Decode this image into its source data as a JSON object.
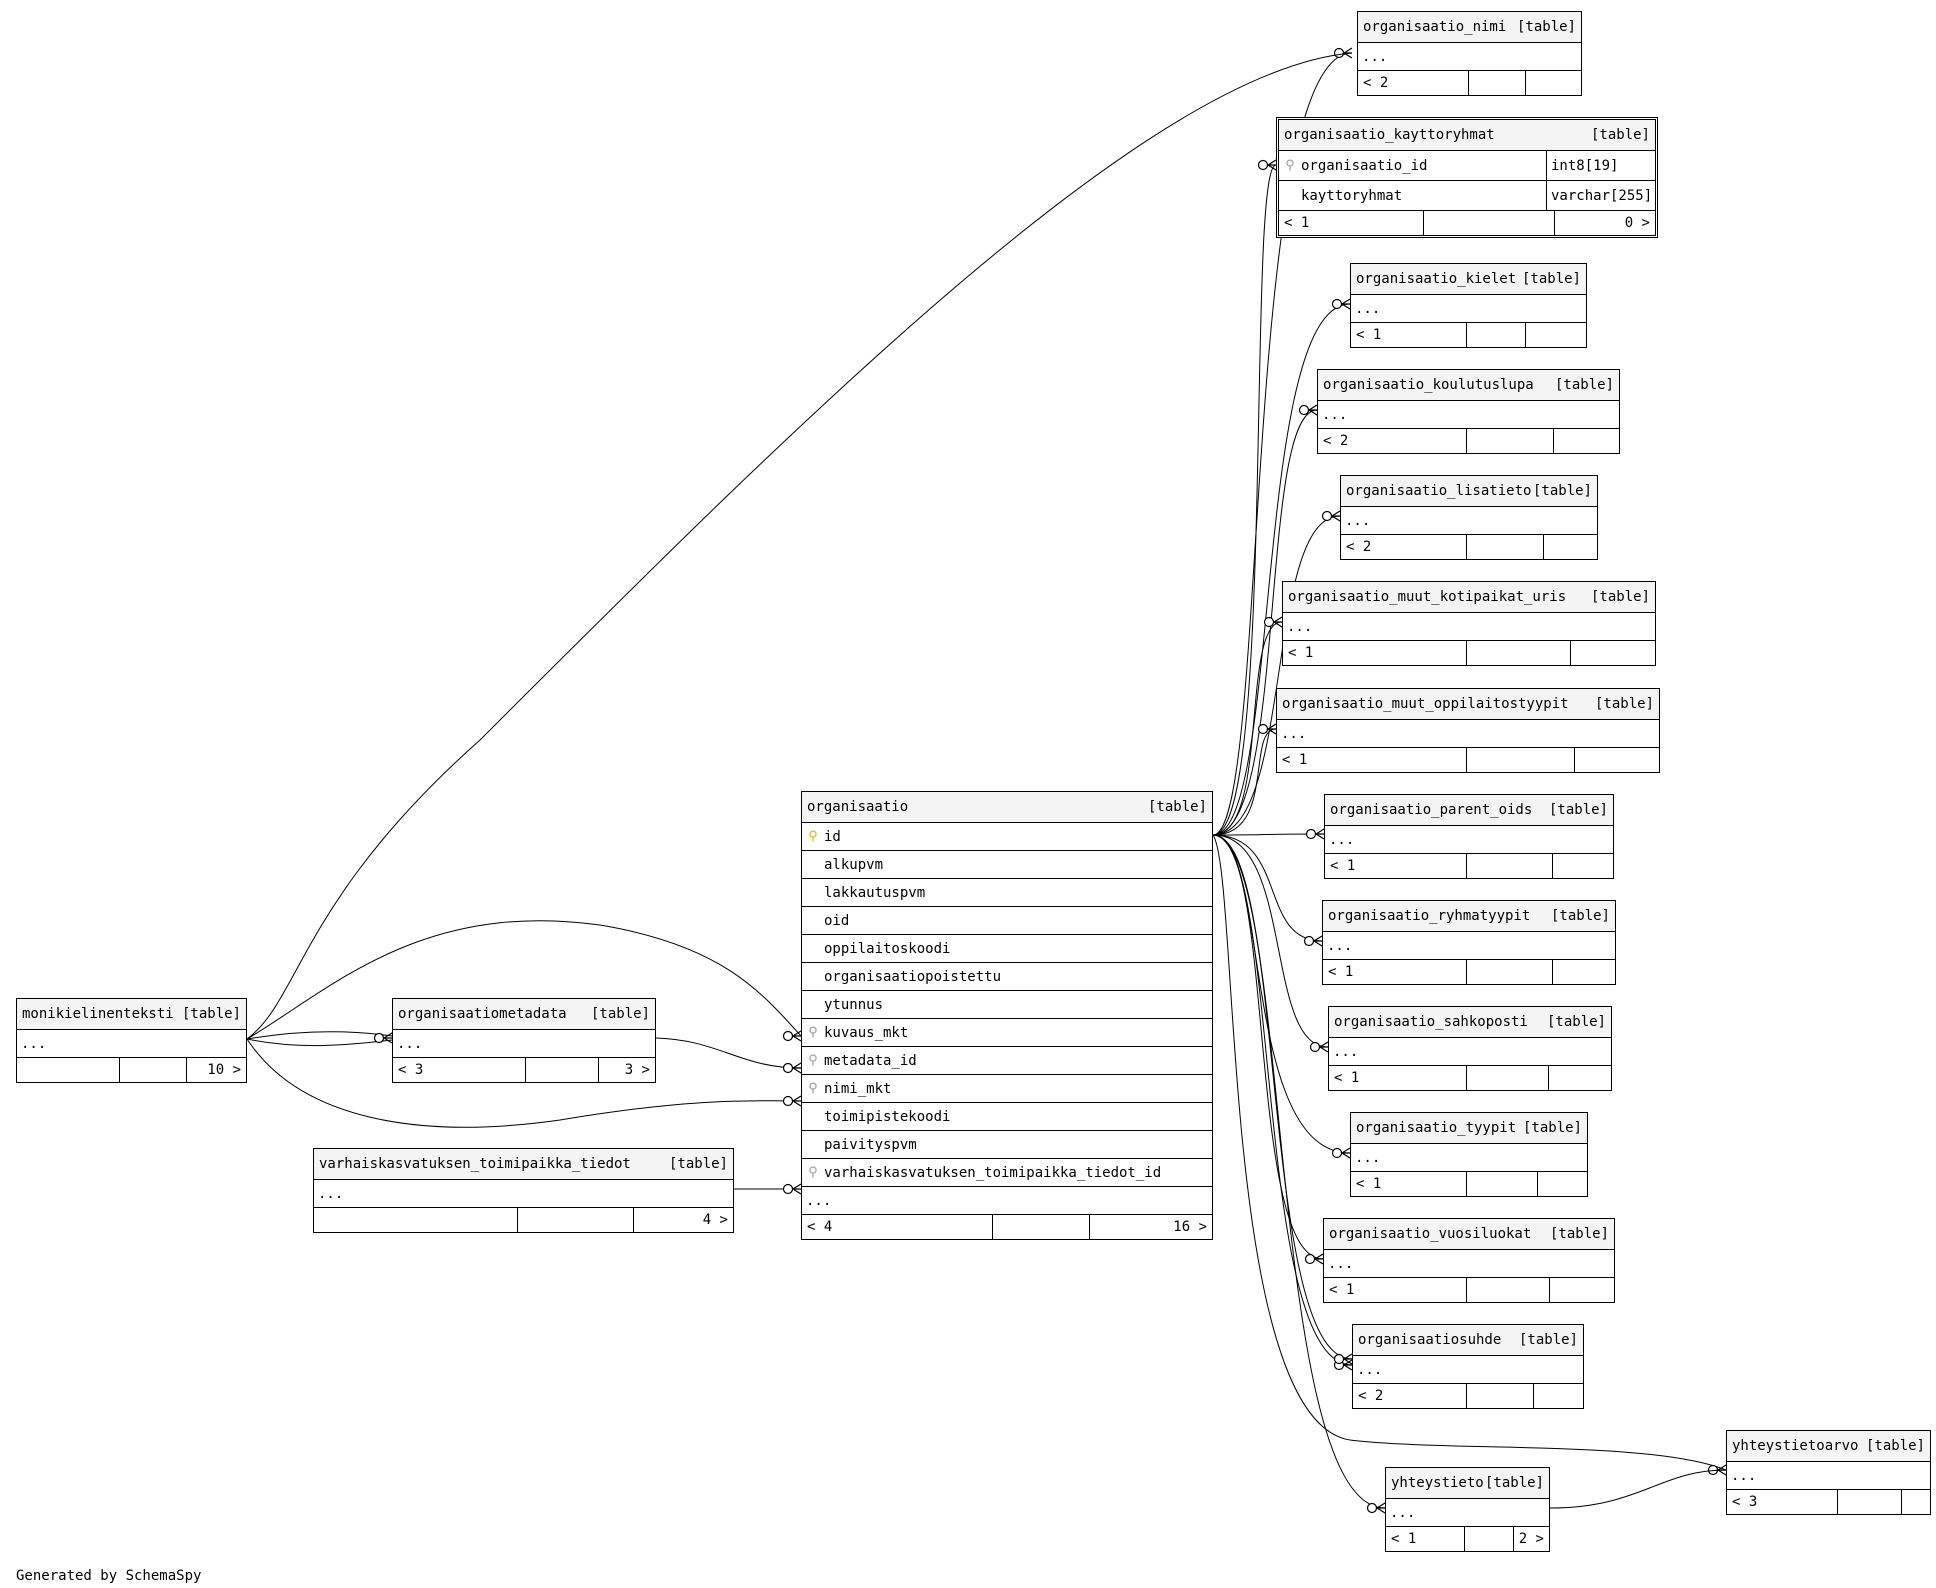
{
  "footer": "Generated by SchemaSpy",
  "tables": {
    "organisaatio": {
      "name": "organisaatio",
      "kind": "[table]",
      "columns": [
        "id",
        "alkupvm",
        "lakkautuspvm",
        "oid",
        "oppilaitoskoodi",
        "organisaatiopoistettu",
        "ytunnus",
        "kuvaus_mkt",
        "metadata_id",
        "nimi_mkt",
        "toimipistekoodi",
        "paivityspvm",
        "varhaiskasvatuksen_toimipaikka_tiedot_id"
      ],
      "more": "...",
      "footer": [
        "< 4",
        "",
        "16 >"
      ]
    },
    "organisaatio_kayttoryhmat": {
      "name": "organisaatio_kayttoryhmat",
      "kind": "[table]",
      "columns": [
        {
          "name": "organisaatio_id",
          "type": "int8[19]"
        },
        {
          "name": "kayttoryhmat",
          "type": "varchar[255]"
        }
      ],
      "footer": [
        "< 1",
        "",
        "0 >"
      ]
    },
    "organisaatio_nimi": {
      "name": "organisaatio_nimi",
      "kind": "[table]",
      "more": "...",
      "footer": [
        "< 2",
        "",
        ""
      ]
    },
    "organisaatio_kielet": {
      "name": "organisaatio_kielet",
      "kind": "[table]",
      "more": "...",
      "footer": [
        "< 1",
        "",
        ""
      ]
    },
    "organisaatio_koulutuslupa": {
      "name": "organisaatio_koulutuslupa",
      "kind": "[table]",
      "more": "...",
      "footer": [
        "< 2",
        "",
        ""
      ]
    },
    "organisaatio_lisatieto": {
      "name": "organisaatio_lisatieto",
      "kind": "[table]",
      "more": "...",
      "footer": [
        "< 2",
        "",
        ""
      ]
    },
    "organisaatio_muut_kotipaikat_uris": {
      "name": "organisaatio_muut_kotipaikat_uris",
      "kind": "[table]",
      "more": "...",
      "footer": [
        "< 1",
        "",
        ""
      ]
    },
    "organisaatio_muut_oppilaitostyypit": {
      "name": "organisaatio_muut_oppilaitostyypit",
      "kind": "[table]",
      "more": "...",
      "footer": [
        "< 1",
        "",
        ""
      ]
    },
    "organisaatio_parent_oids": {
      "name": "organisaatio_parent_oids",
      "kind": "[table]",
      "more": "...",
      "footer": [
        "< 1",
        "",
        ""
      ]
    },
    "organisaatio_ryhmatyypit": {
      "name": "organisaatio_ryhmatyypit",
      "kind": "[table]",
      "more": "...",
      "footer": [
        "< 1",
        "",
        ""
      ]
    },
    "organisaatio_sahkoposti": {
      "name": "organisaatio_sahkoposti",
      "kind": "[table]",
      "more": "...",
      "footer": [
        "< 1",
        "",
        ""
      ]
    },
    "organisaatio_tyypit": {
      "name": "organisaatio_tyypit",
      "kind": "[table]",
      "more": "...",
      "footer": [
        "< 1",
        "",
        ""
      ]
    },
    "organisaatio_vuosiluokat": {
      "name": "organisaatio_vuosiluokat",
      "kind": "[table]",
      "more": "...",
      "footer": [
        "< 1",
        "",
        ""
      ]
    },
    "organisaatiosuhde": {
      "name": "organisaatiosuhde",
      "kind": "[table]",
      "more": "...",
      "footer": [
        "< 2",
        "",
        ""
      ]
    },
    "yhteystieto": {
      "name": "yhteystieto",
      "kind": "[table]",
      "more": "...",
      "footer": [
        "< 1",
        "",
        "2 >"
      ]
    },
    "yhteystietoarvo": {
      "name": "yhteystietoarvo",
      "kind": "[table]",
      "more": "...",
      "footer": [
        "< 3",
        "",
        ""
      ]
    },
    "monikielinenteksti": {
      "name": "monikielinenteksti",
      "kind": "[table]",
      "more": "...",
      "footer": [
        "",
        "",
        "10 >"
      ]
    },
    "organisaatiometadata": {
      "name": "organisaatiometadata",
      "kind": "[table]",
      "more": "...",
      "footer": [
        "< 3",
        "",
        "3 >"
      ]
    },
    "varhaiskasvatuksen_toimipaikka_tiedot": {
      "name": "varhaiskasvatuksen_toimipaikka_tiedot",
      "kind": "[table]",
      "more": "...",
      "footer": [
        "",
        "",
        "4 >"
      ]
    }
  }
}
